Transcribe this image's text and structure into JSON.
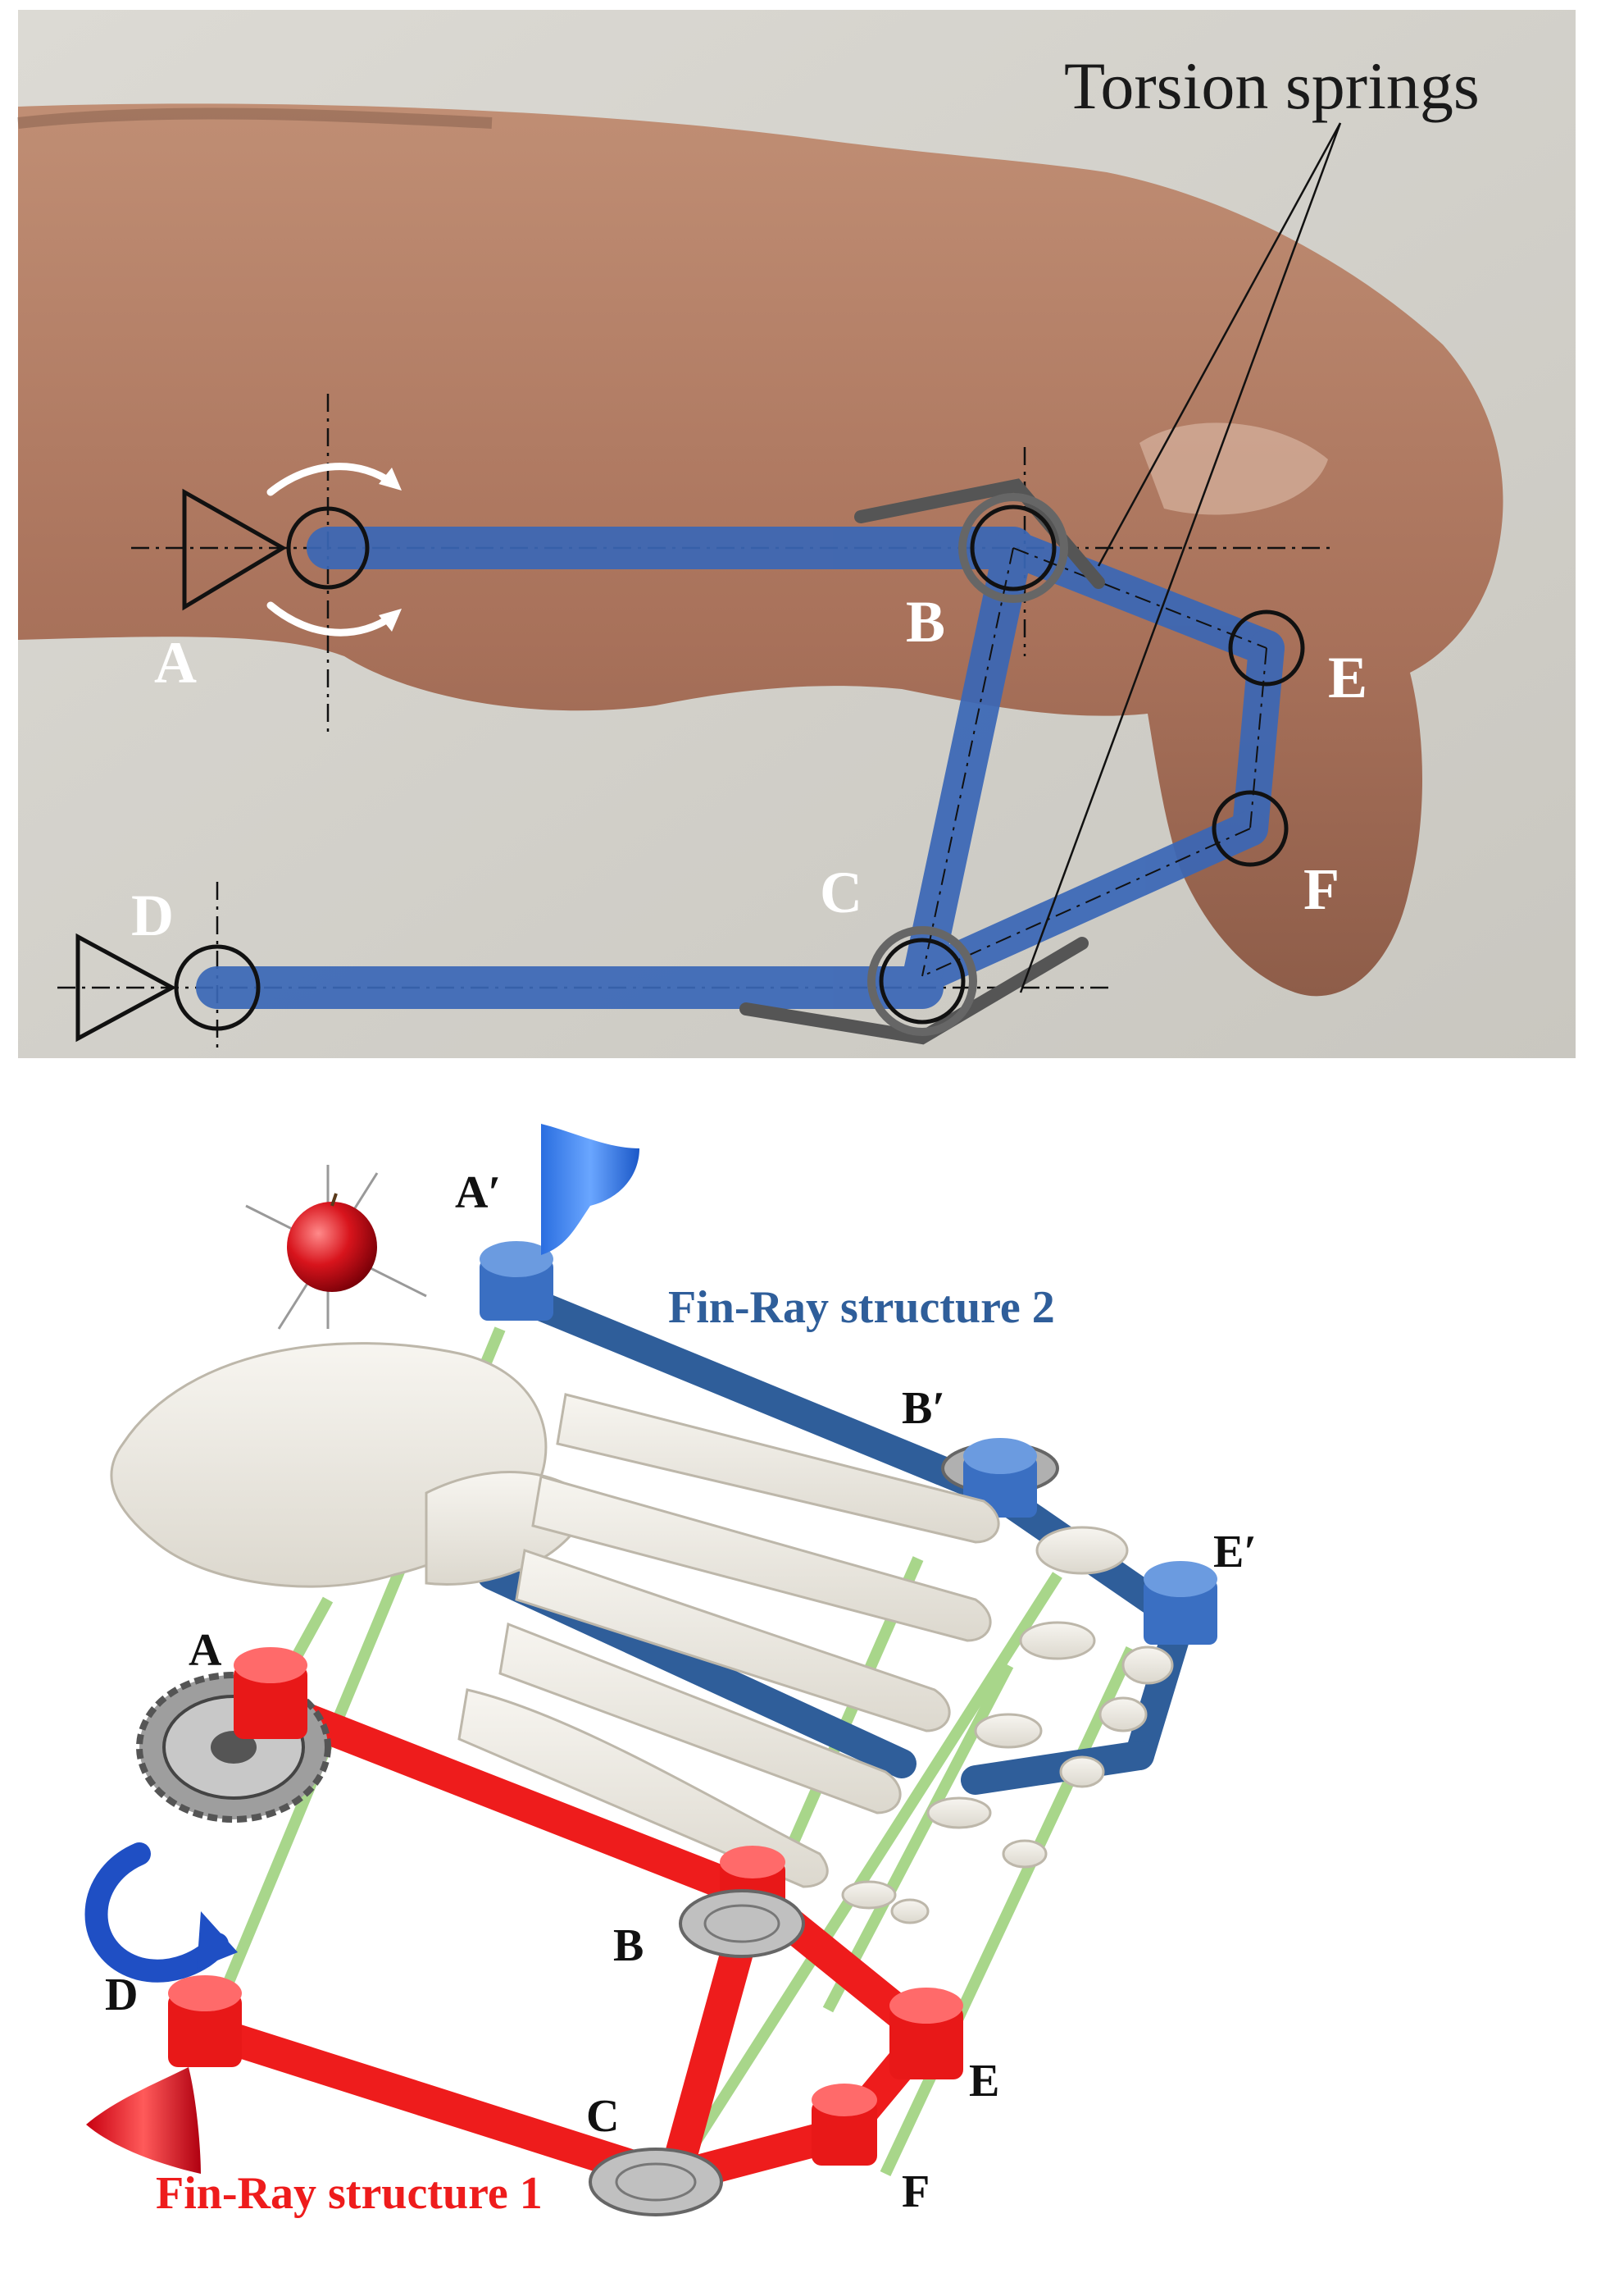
{
  "top_panel": {
    "callout": "Torsion springs",
    "joints": {
      "A": "A",
      "B": "B",
      "C": "C",
      "D": "D",
      "E": "E",
      "F": "F"
    }
  },
  "bottom_panel": {
    "structure_2_label": "Fin-Ray structure 2",
    "structure_1_label": "Fin-Ray structure 1",
    "joints": {
      "A_prime": "A′",
      "B_prime": "B′",
      "E_prime": "E′",
      "A": "A",
      "B": "B",
      "C": "C",
      "D": "D",
      "E": "E",
      "F": "F"
    }
  },
  "colors": {
    "link_blue": "#3a67b6",
    "structure_2_blue": "#2f5e9a",
    "structure_1_red": "#ee1c1c",
    "axis_green": "#9fd27e",
    "spring_gray": "#555555",
    "skin": "#b07a60",
    "background_wall": "#d7d5cf"
  },
  "icons": [
    "torsion-spring-icon",
    "rotation-arrow-icon",
    "fixed-support-icon",
    "gear-icon",
    "apple-icon",
    "cone-icon"
  ]
}
